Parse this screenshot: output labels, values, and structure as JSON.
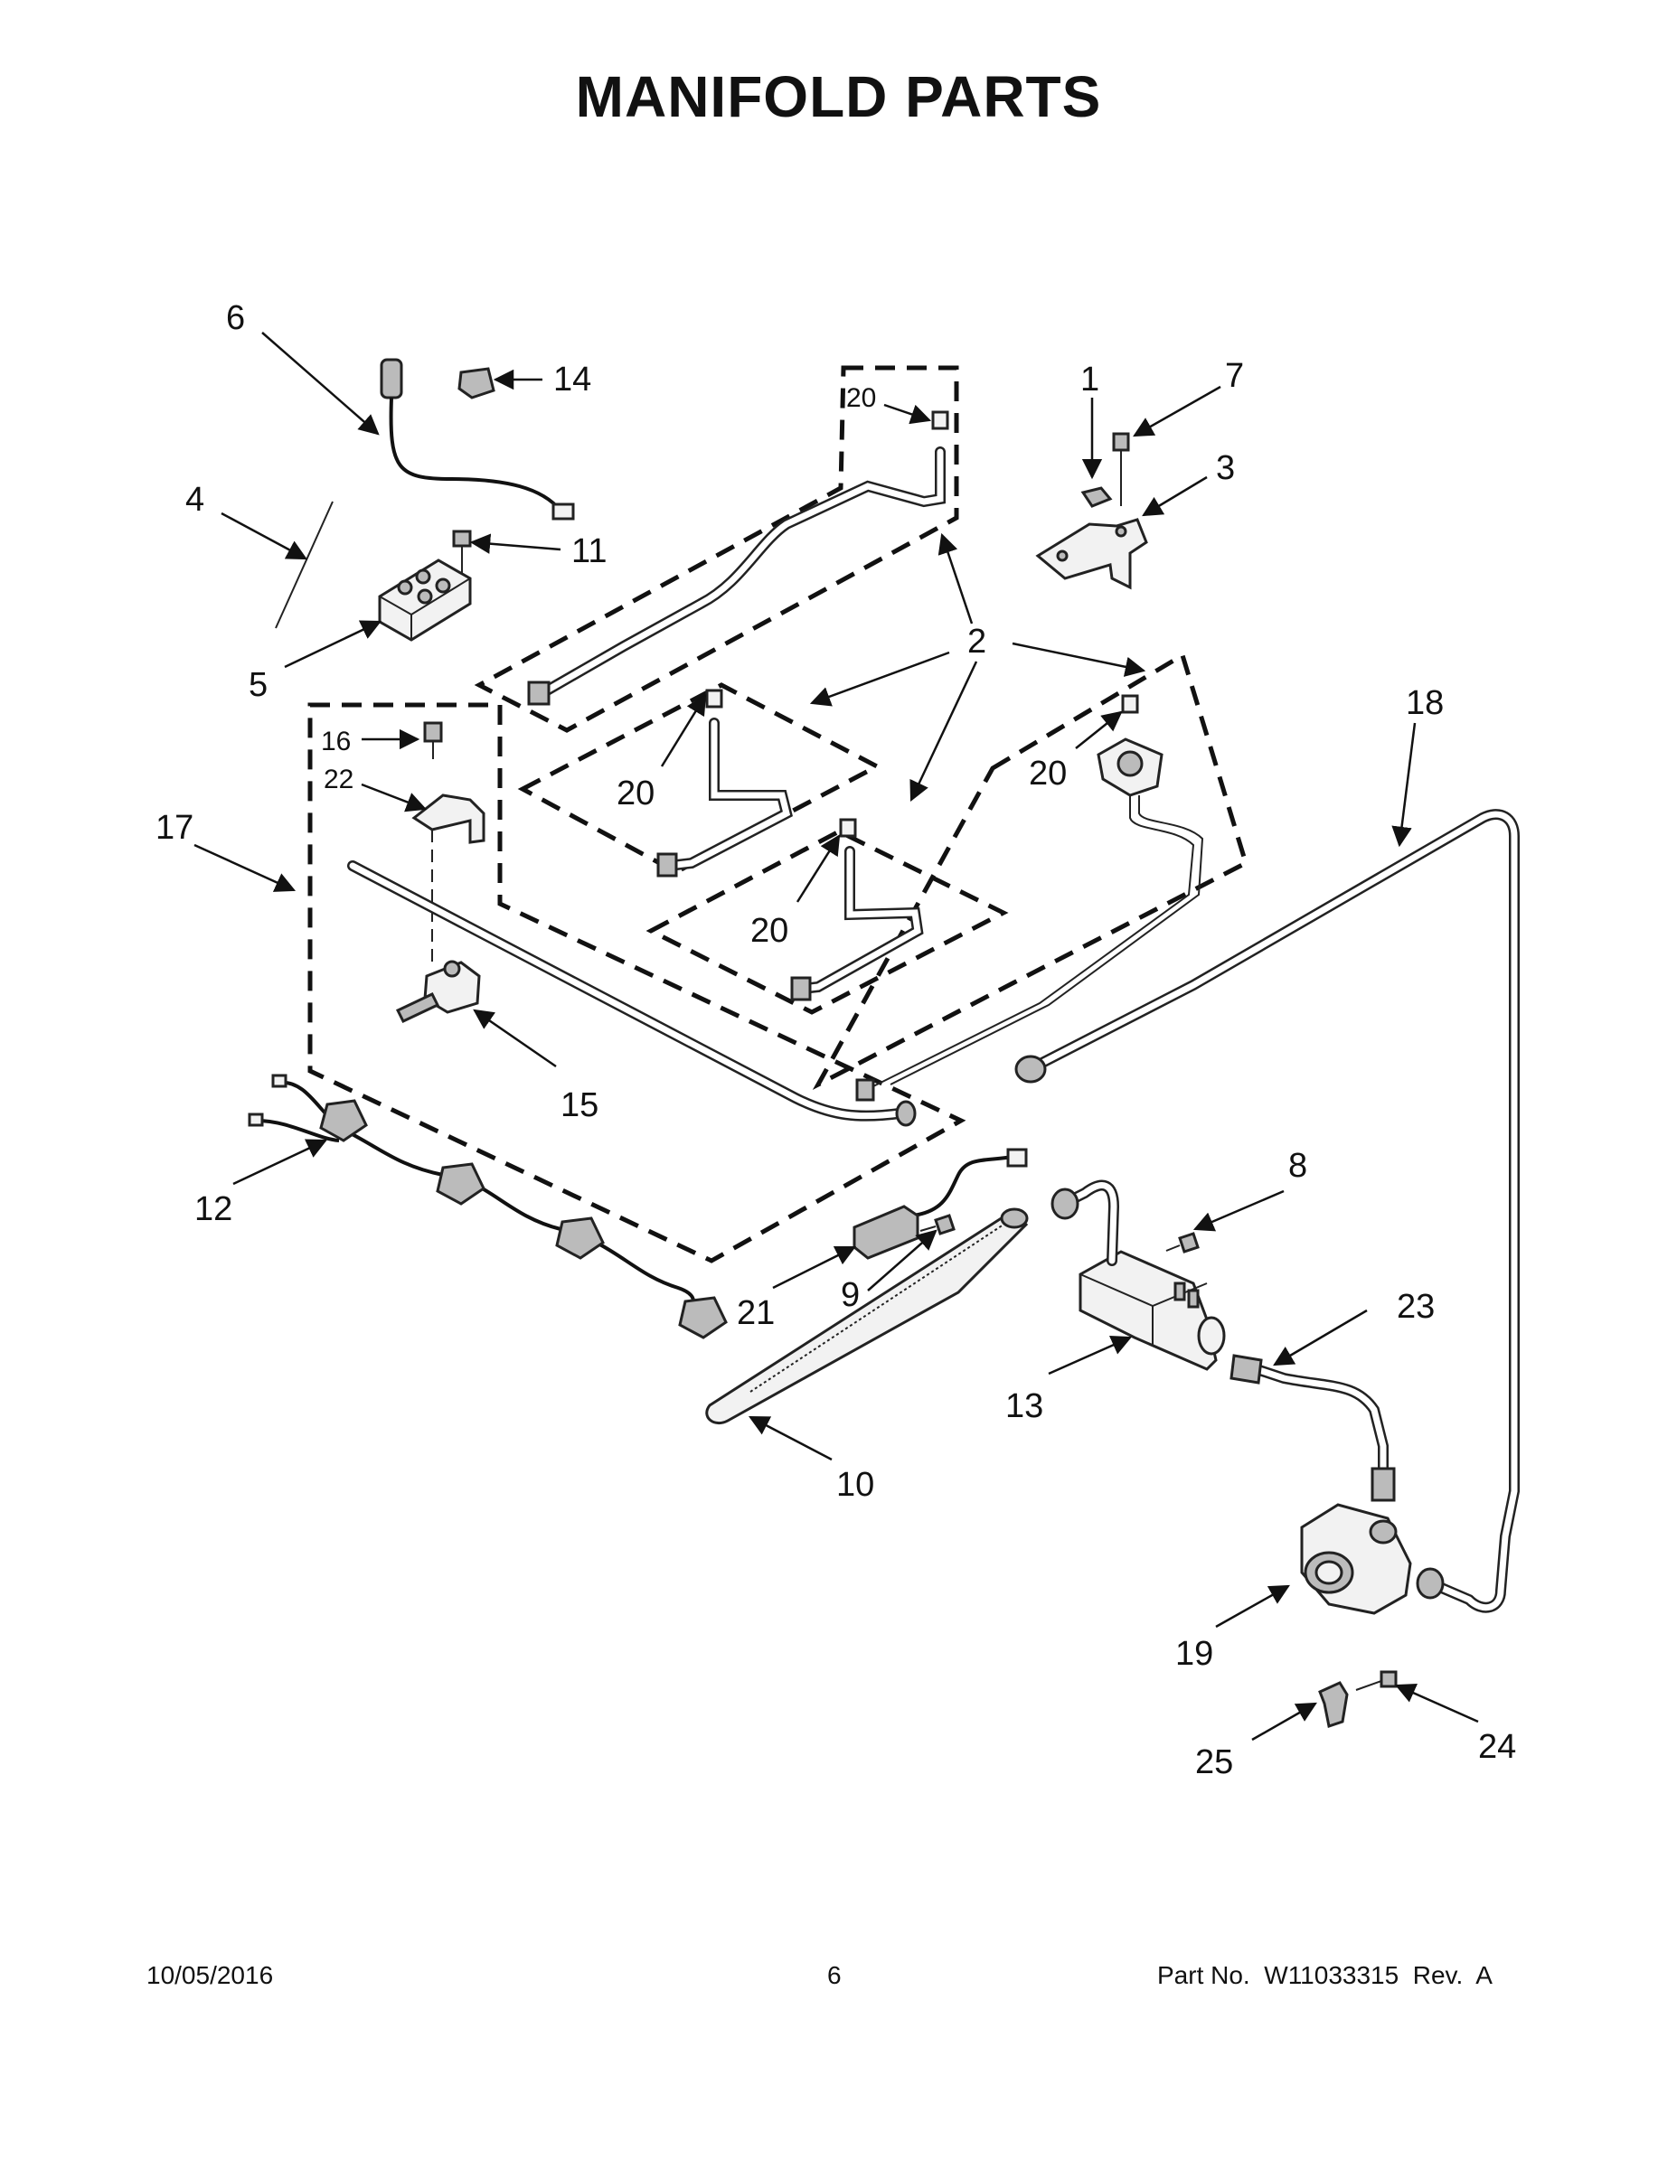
{
  "page": {
    "title": "MANIFOLD PARTS",
    "date": "10/05/2016",
    "page_number": "6",
    "part_number": "Part No.  W11033315  Rev.  A"
  },
  "callouts": {
    "c1": "1",
    "c2": "2",
    "c3": "3",
    "c4": "4",
    "c5": "5",
    "c6": "6",
    "c7": "7",
    "c8": "8",
    "c9": "9",
    "c10": "10",
    "c11": "11",
    "c12": "12",
    "c13": "13",
    "c14": "14",
    "c15": "15",
    "c16": "16",
    "c17": "17",
    "c18": "18",
    "c19": "19",
    "c20": "20",
    "c21": "21",
    "c22": "22",
    "c23": "23",
    "c24": "24",
    "c25": "25"
  },
  "colors": {
    "ink": "#111111",
    "background": "#ffffff",
    "part_fill": "#f2f2f2",
    "part_shade": "#bbbbbb"
  }
}
